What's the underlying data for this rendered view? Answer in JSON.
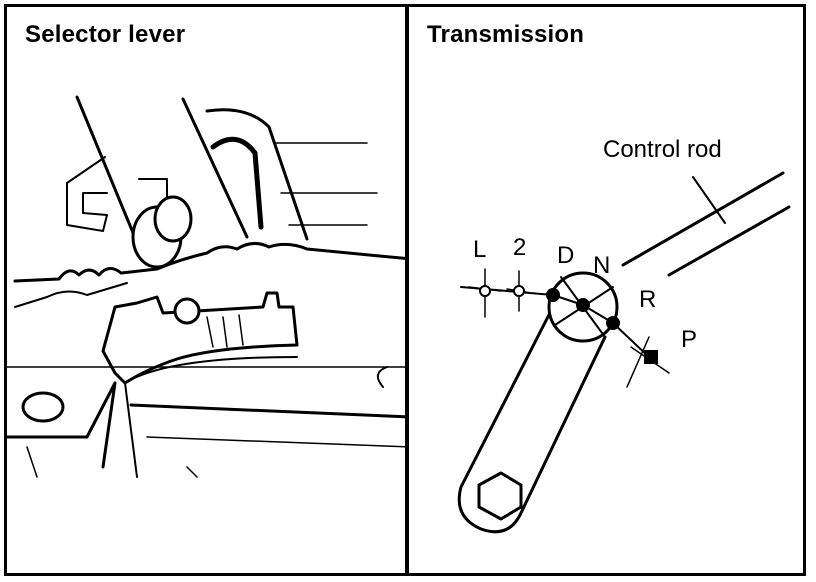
{
  "panels": {
    "left": {
      "title": "Selector lever"
    },
    "right": {
      "title": "Transmission"
    }
  },
  "labels": {
    "control_rod": "Control rod",
    "pos_L": "L",
    "pos_2": "2",
    "pos_D": "D",
    "pos_N": "N",
    "pos_R": "R",
    "pos_P": "P"
  },
  "colors": {
    "ink": "#000000",
    "paper": "#ffffff"
  }
}
